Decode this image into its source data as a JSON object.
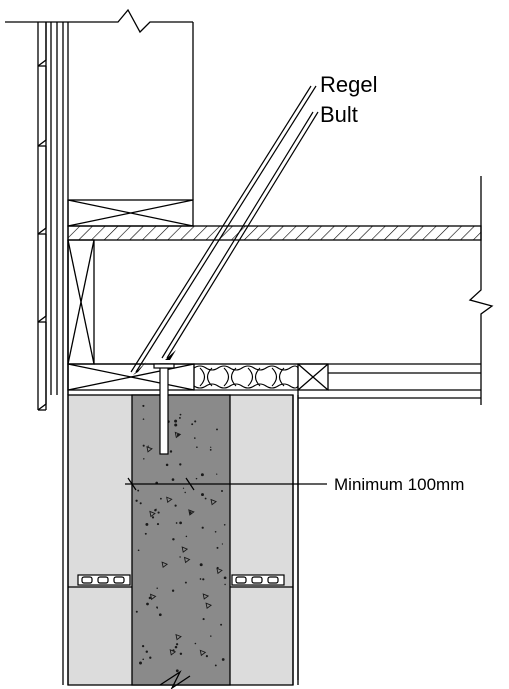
{
  "labels": {
    "regel": "Regel",
    "bult": "Bult",
    "minimum": "Minimum 100mm"
  },
  "colors": {
    "line": "#000000",
    "block": "#dcdcdc",
    "concrete": "#8a8a8a",
    "background": "#ffffff"
  }
}
